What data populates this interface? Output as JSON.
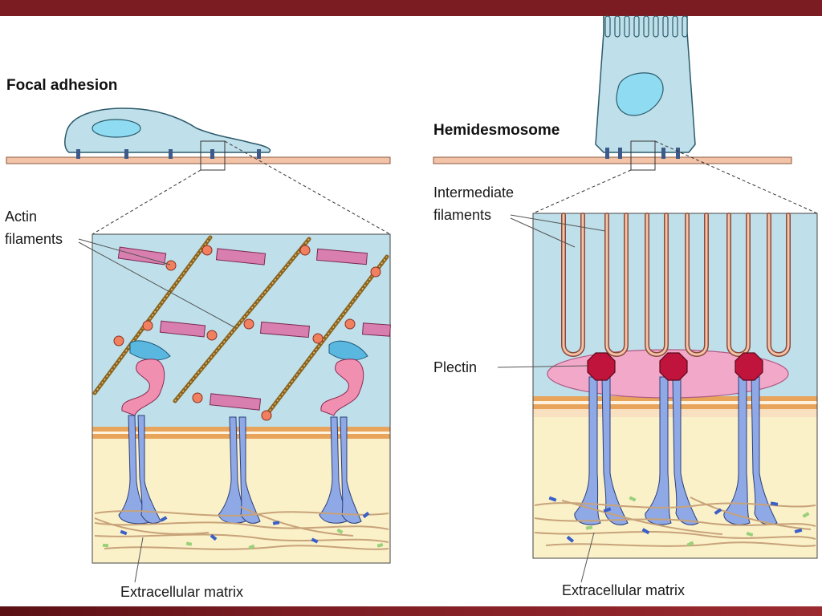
{
  "focal_adhesion": {
    "title": "Focal adhesion",
    "label_actin": [
      "Actin",
      "filaments"
    ],
    "label_matrix": "Extracellular matrix"
  },
  "hemidesmosome": {
    "title": "Hemidesmosome",
    "label_intermediate": [
      "Intermediate",
      "filaments"
    ],
    "label_plectin": "Plectin",
    "label_matrix": "Extracellular matrix"
  },
  "colors": {
    "frame": "#7a1c22",
    "cytoplasm": "#bfe0ea",
    "matrix": "#fbf1c9",
    "membrane": "#e9a45c",
    "receptor": "#8fa8e6",
    "actin": "#a07a2a",
    "myosin": "#d46fa0",
    "plectin": "#c0143c",
    "plaque": "#f2a9c9",
    "nucleus": "#8fdcf2"
  }
}
